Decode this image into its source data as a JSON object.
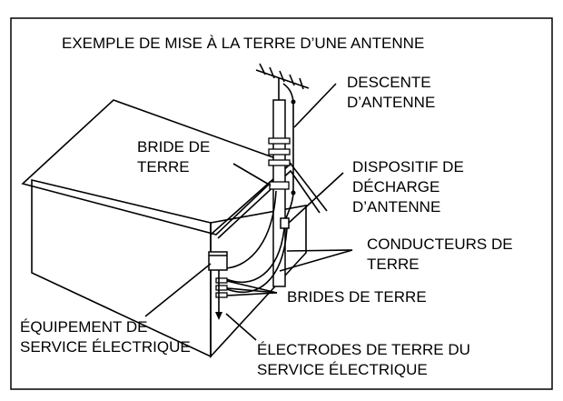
{
  "title": "EXEMPLE DE MISE À LA TERRE D’UNE ANTENNE",
  "labels": {
    "lead_in_wire": [
      "DESCENTE",
      "D’ANTENNE"
    ],
    "ground_clamp": [
      "BRIDE DE",
      "TERRE"
    ],
    "discharge_unit": [
      "DISPOSITIF DE",
      "DÉCHARGE",
      "D’ANTENNE"
    ],
    "grounding_conductors": [
      "CONDUCTEURS DE",
      "TERRE"
    ],
    "ground_clamps": [
      "BRIDES DE TERRE"
    ],
    "service_equipment": [
      "ÉQUIPEMENT DE",
      "SERVICE ÉLECTRIQUE"
    ],
    "electrode_system": [
      "ÉLECTRODES DE TERRE DU",
      "SERVICE ÉLECTRIQUE"
    ]
  }
}
